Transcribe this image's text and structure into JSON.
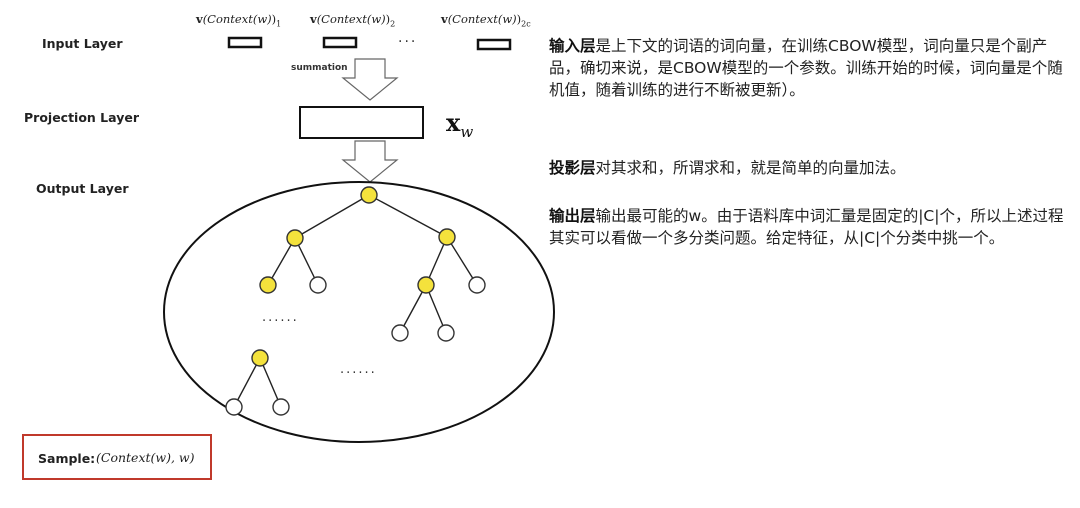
{
  "diagram": {
    "layers": {
      "input": "Input Layer",
      "projection": "Projection Layer",
      "output": "Output Layer"
    },
    "context_vectors": [
      {
        "v": "v",
        "arg": "(Context(w)",
        "sub": "1",
        "close": ")"
      },
      {
        "v": "v",
        "arg": "(Context(w)",
        "sub": "2",
        "close": ")"
      },
      {
        "v": "v",
        "arg": "(Context(w)",
        "sub": "2c",
        "close": ")"
      }
    ],
    "ellipsis": "···",
    "summation_label": "summation",
    "projection_symbol": {
      "base": "x",
      "sub": "w"
    },
    "tree_ellipsis_left": "······",
    "tree_ellipsis_right": "······",
    "node_colors": {
      "internal": "#f4e23c",
      "leaf": "#ffffff",
      "stroke": "#333333"
    },
    "sample": {
      "label": "Sample:",
      "value": "(Context(w), w)"
    },
    "sample_border_color": "#c0392b"
  },
  "description": {
    "para1": {
      "head": "输入层",
      "body": "是上下文的词语的词向量，在训练CBOW模型，词向量只是个副产品，确切来说，是CBOW模型的一个参数。训练开始的时候，词向量是个随机值，随着训练的进行不断被更新）。"
    },
    "para2": {
      "head": "投影层",
      "body": "对其求和，所谓求和，就是简单的向量加法。"
    },
    "para3": {
      "head": "输出层",
      "body": "输出最可能的w。由于语料库中词汇量是固定的|C|个，所以上述过程其实可以看做一个多分类问题。给定特征，从|C|个分类中挑一个。"
    }
  }
}
